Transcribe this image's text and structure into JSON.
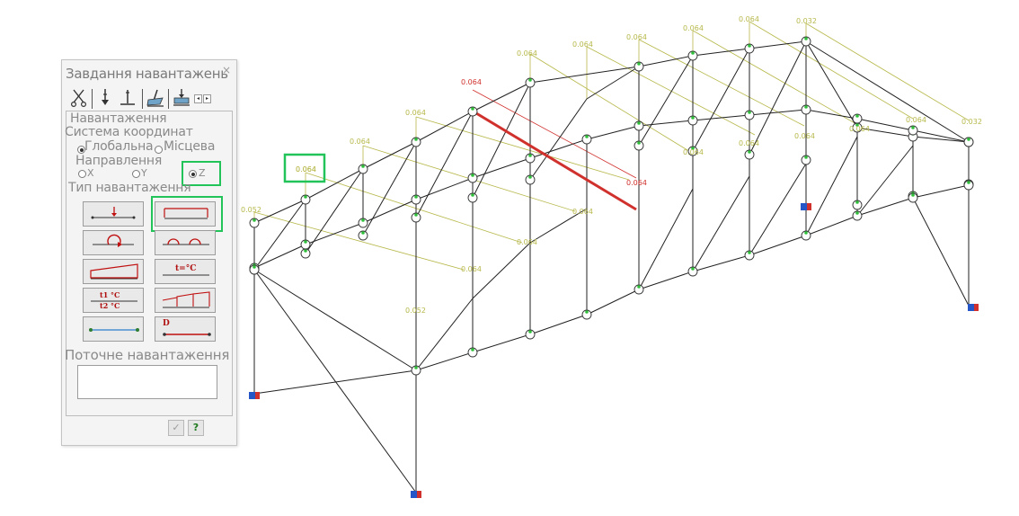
{
  "panel": {
    "title": "Завдання навантажень",
    "close_glyph": "×",
    "toolbar_icons": [
      "cut-icon",
      "point-load-icon",
      "support-load-icon",
      "surface-load-icon",
      "member-load-icon"
    ],
    "section_title": "Навантаження",
    "coord_system": {
      "label": "Система координат",
      "options": [
        "Глобальна",
        "Місцева"
      ],
      "selected": "Глобальна"
    },
    "direction": {
      "label": "Направлення",
      "options": [
        "X",
        "Y",
        "Z"
      ],
      "selected": "Z"
    },
    "load_type": {
      "label": "Тип навантаження",
      "buttons": [
        {
          "name": "concentrated-force",
          "text": ""
        },
        {
          "name": "uniform-load",
          "text": ""
        },
        {
          "name": "concentrated-moment",
          "text": ""
        },
        {
          "name": "distributed-moment",
          "text": ""
        },
        {
          "name": "trapezoid-load",
          "text": ""
        },
        {
          "name": "temperature-uniform",
          "text": "t=°C"
        },
        {
          "name": "temperature-gradient",
          "text": "t1 °C / t2 °C"
        },
        {
          "name": "multi-trapezoid-load",
          "text": ""
        },
        {
          "name": "prestress-load",
          "text": ""
        },
        {
          "name": "displacement-load",
          "text": "D"
        }
      ],
      "selected": "uniform-load"
    },
    "current_load": {
      "label": "Поточне навантаження",
      "value": ""
    },
    "footer": {
      "apply_glyph": "✓",
      "help_glyph": "?"
    }
  },
  "model": {
    "labels": [
      "0.064",
      "0.052",
      "0.032"
    ],
    "selected_label": "0.064"
  },
  "colors": {
    "highlight": "#22c45a",
    "selected_member": "#d0312d",
    "load_line": "#b7b84a",
    "node_green": "#2fbf3a",
    "frame": "#222222"
  }
}
